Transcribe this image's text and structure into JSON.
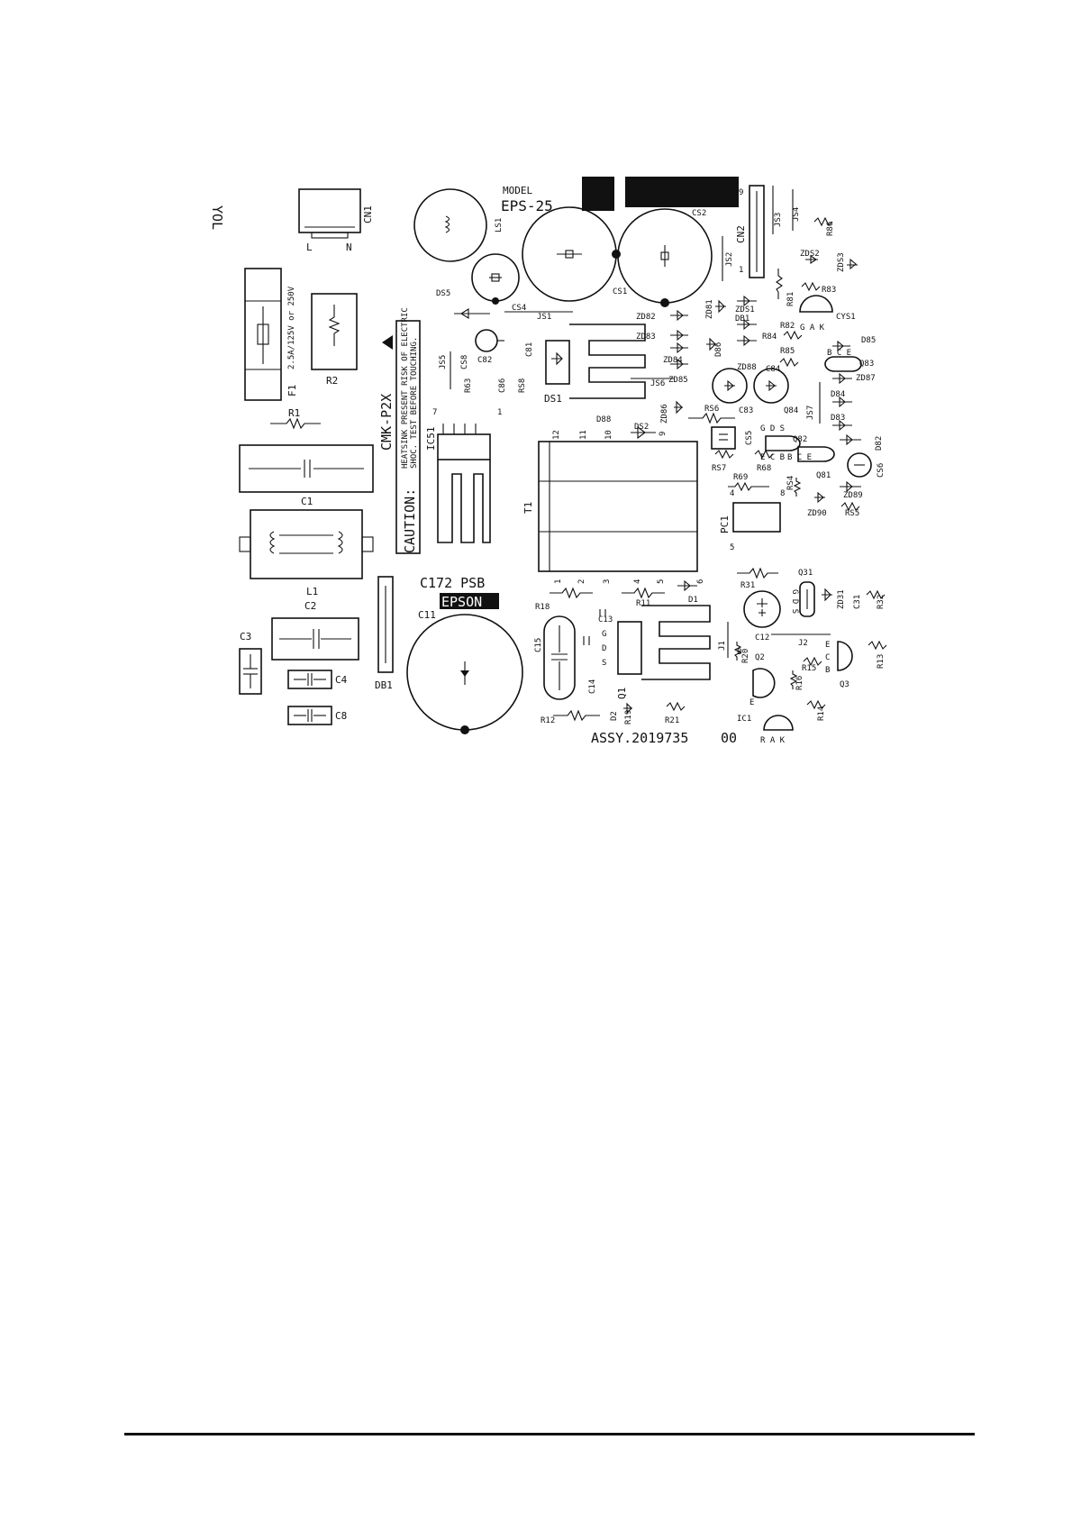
{
  "board": {
    "model_label": "MODEL",
    "model_value": "EPS-25",
    "board_name": "C172 PSB",
    "brand": "EPSON",
    "assy": "ASSY.2019735",
    "assy_rev": "00",
    "cmk": "CMK-P2X",
    "caution_label": "CAUTION:",
    "caution_line1": "HEATSINK PRESENT RISK OF ELECTRIC",
    "caution_line2": "SHOC. TEST BEFORE TOUCHING.",
    "corner_mark": "YOL",
    "fuse_rating": "2.5A/125V or 250V"
  },
  "labels": {
    "CN1": "CN1",
    "L": "L",
    "N": "N",
    "LS1": "LS1",
    "DS5": "DS5",
    "CS4": "CS4",
    "CS1": "CS1",
    "CS2": "CS2",
    "CN2": "CN2",
    "JS3": "JS3",
    "JS4": "JS4",
    "JS2": "JS2",
    "JS1": "JS1",
    "R86": "R86",
    "ZDS2": "ZDS2",
    "ZDS3": "ZDS3",
    "R81": "R81",
    "R83": "R83",
    "CYS1": "CYS1",
    "GAK": "G A K",
    "ZD81": "ZD81",
    "ZDS1": "ZDS1",
    "DB1b": "DB1",
    "R82": "R82",
    "D85": "D85",
    "BCE": "B C E",
    "Q83": "Q83",
    "ZD87": "ZD87",
    "D84": "D84",
    "D83": "D83",
    "D82": "D82",
    "CS6": "CS6",
    "ZD89": "ZD89",
    "RS5": "RS5",
    "ZD90": "ZD90",
    "F1": "F1",
    "R2": "R2",
    "R1": "R1",
    "C1": "C1",
    "L1": "L1",
    "C2": "C2",
    "C3": "C3",
    "C4": "C4",
    "C8": "C8",
    "DB1": "DB1",
    "C11": "C11",
    "JS5": "JS5",
    "CS8": "CS8",
    "C82": "C82",
    "C81": "C81",
    "R63": "R63",
    "C86": "C86",
    "RS8": "RS8",
    "DS1": "DS1",
    "ZD82": "ZD82",
    "ZD83": "ZD83",
    "ZD84": "ZD84",
    "ZD85": "ZD85",
    "JS6": "JS6",
    "ZD86": "ZD86",
    "D86": "D86",
    "D88": "D88",
    "DS2": "DS2",
    "ZD88": "ZD88",
    "C83": "C83",
    "C84": "C84",
    "R84": "R84",
    "R85": "R85",
    "RS6": "RS6",
    "Q84": "Q84",
    "JS7": "JS7",
    "CS5": "CS5",
    "Q82": "Q82",
    "Q81": "Q81",
    "RS7": "RS7",
    "R68": "R68",
    "R69": "R69",
    "RS4": "RS4",
    "PC1": "PC1",
    "IC51": "IC51",
    "T1": "T1",
    "R18": "R18",
    "C13": "C13",
    "R11": "R11",
    "D1": "D1",
    "R31": "R31",
    "Q31": "Q31",
    "ZD31": "ZD31",
    "C31": "C31",
    "R32": "R32",
    "C12": "C12",
    "J2": "J2",
    "J1": "J1",
    "R20": "R20",
    "C15": "C15",
    "C14": "C14",
    "Q1": "Q1",
    "GDS": "G D S",
    "Q2": "Q2",
    "R16": "R16",
    "R15": "R15",
    "Q3": "Q3",
    "R13": "R13",
    "ECB": "E C B",
    "R14": "R14",
    "IC1": "IC1",
    "RAK": "R A K",
    "R12": "R12",
    "R21": "R21",
    "D2": "D2",
    "R19": "R19",
    "p1": "1",
    "p2": "2",
    "p3": "3",
    "p4": "4",
    "p5": "5",
    "p6": "6",
    "p7": "7",
    "p8": "8",
    "p9": "9",
    "p10": "10",
    "p11": "11",
    "p12": "12",
    "p1b": "1",
    "p7b": "7",
    "p9b": "9",
    "p1c": "1",
    "p4b": "4",
    "p5b": "5",
    "p8b": "8"
  }
}
